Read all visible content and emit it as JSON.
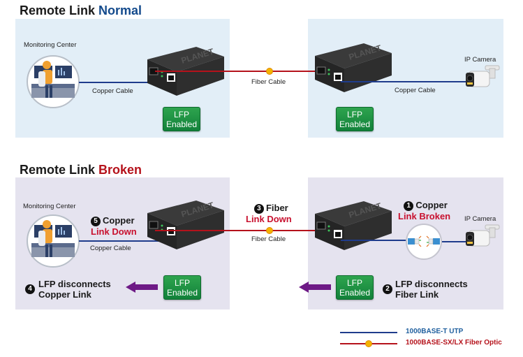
{
  "sections": {
    "normal": {
      "title_prefix": "Remote Link ",
      "title_state": "Normal",
      "monitoring_label": "Monitoring Center",
      "copper_cable_left": "Copper Cable",
      "fiber_cable": "Fiber Cable",
      "copper_cable_right": "Copper Cable",
      "camera_label": "IP Camera",
      "lfp_left": {
        "line1": "LFP",
        "line2": "Enabled"
      },
      "lfp_right": {
        "line1": "LFP",
        "line2": "Enabled"
      }
    },
    "broken": {
      "title_prefix": "Remote Link ",
      "title_state": "Broken",
      "monitoring_label": "Monitoring Center",
      "copper_cable_left": "Copper Cable",
      "fiber_cable": "Fiber Cable",
      "camera_label": "IP Camera",
      "lfp_left": {
        "line1": "LFP",
        "line2": "Enabled"
      },
      "lfp_right": {
        "line1": "LFP",
        "line2": "Enabled"
      },
      "steps": [
        {
          "num": "1",
          "line1": "Copper",
          "line2": "Link Broken"
        },
        {
          "num": "2",
          "line1": "LFP disconnects",
          "line2": "Fiber Link"
        },
        {
          "num": "3",
          "line1": "Fiber",
          "line2": "Link Down"
        },
        {
          "num": "4",
          "line1": "LFP disconnects",
          "line2": "Copper Link"
        },
        {
          "num": "5",
          "line1": "Copper",
          "line2": "Link Down"
        }
      ]
    }
  },
  "device_brand": "PLANET",
  "legend": [
    {
      "label": "1000BASE-T UTP",
      "color": "#1f5f9e",
      "type": "copper"
    },
    {
      "label": "1000BASE-SX/LX Fiber Optic",
      "color": "#b5121b",
      "type": "fiber"
    }
  ],
  "colors": {
    "copper_line": "#1f3c8c",
    "fiber_line": "#b5121b",
    "lfp_green": "#1e9444",
    "arrow_purple": "#6e1a86",
    "normal_panel": "#e2eef7",
    "broken_panel": "#e5e3ef"
  }
}
